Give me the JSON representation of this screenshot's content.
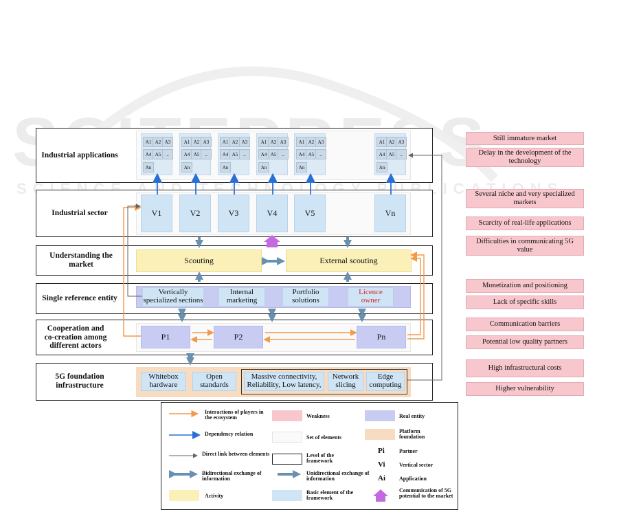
{
  "watermark": {
    "line1": "SCITEPRESS",
    "line2": "SCIENCE AND TECHNOLOGY PUBLICATIONS"
  },
  "levels": [
    {
      "title": "Industrial applications"
    },
    {
      "title": "Industrial sector"
    },
    {
      "title": "Understanding the market"
    },
    {
      "title": "Single reference entity"
    },
    {
      "title": "Cooperation and co-creation among different actors"
    },
    {
      "title": "5G foundation infrastructure"
    }
  ],
  "app_chips": [
    "A1",
    "A2",
    "A3",
    "A4",
    "A5",
    "..",
    "An"
  ],
  "verticals": [
    "V1",
    "V2",
    "V3",
    "V4",
    "V5",
    "Vn"
  ],
  "understanding": {
    "scouting": "Scouting",
    "external_scouting": "External scouting"
  },
  "single_entity": {
    "vertically": "Vertically specialized sections",
    "internal_marketing": "Internal marketing",
    "portfolio": "Portfolio solutions",
    "licence_owner": "Licence owner"
  },
  "partners": [
    "P1",
    "P2",
    "Pn"
  ],
  "foundation": {
    "whitebox": "Whitebox hardware",
    "open_standards": "Open standards",
    "massive": "Massive connectivity, Reliability, Low latency,",
    "network_slicing": "Network slicing",
    "edge": "Edge computing"
  },
  "weaknesses": [
    "Still immature market",
    "Delay in the development of the technology",
    "Several niche and very specialized markets",
    "Scarcity of real-life applications",
    "Difficulties in communicating 5G value",
    "Monetization and positioning",
    "Lack of specific skills",
    "Communication barriers",
    "Potential low quality partners",
    "High infrastructural costs",
    "Higher vulnerability"
  ],
  "legend": {
    "interactions": "Interactions of players in the ecosystem",
    "weakness": "Weakness",
    "real_entity": "Real entity",
    "dependency": "Dependency relation",
    "set_of_elements": "Set of elements",
    "platform_foundation": "Platform foundation",
    "direct_link": "Direct link between elements",
    "level": "Level of the framework",
    "pi_symbol": "Pi",
    "pi": "Partner",
    "vi_symbol": "Vi",
    "vi": "Vertical sector",
    "bidirectional": "Bidirectional exchange of information",
    "unidirectional": "Unidirectional exchange of information",
    "ai_symbol": "Ai",
    "ai": "Application",
    "activity": "Activity",
    "basic_element": "Basic element of the framework",
    "communication": "Communication of 5G potential to the market"
  },
  "colors": {
    "weakness": "#f7c7cd",
    "real_entity": "#c9ccf2",
    "activity": "#faf0b8",
    "basic_element": "#cfe4f4",
    "platform": "#f8dcc1",
    "orange_arrow": "#f39a4a",
    "blue_arrow": "#2a6fd6",
    "steel_arrow": "#6a90b0",
    "purple_arrow": "#c46ae0",
    "licence_owner_text": "#d9262b"
  }
}
